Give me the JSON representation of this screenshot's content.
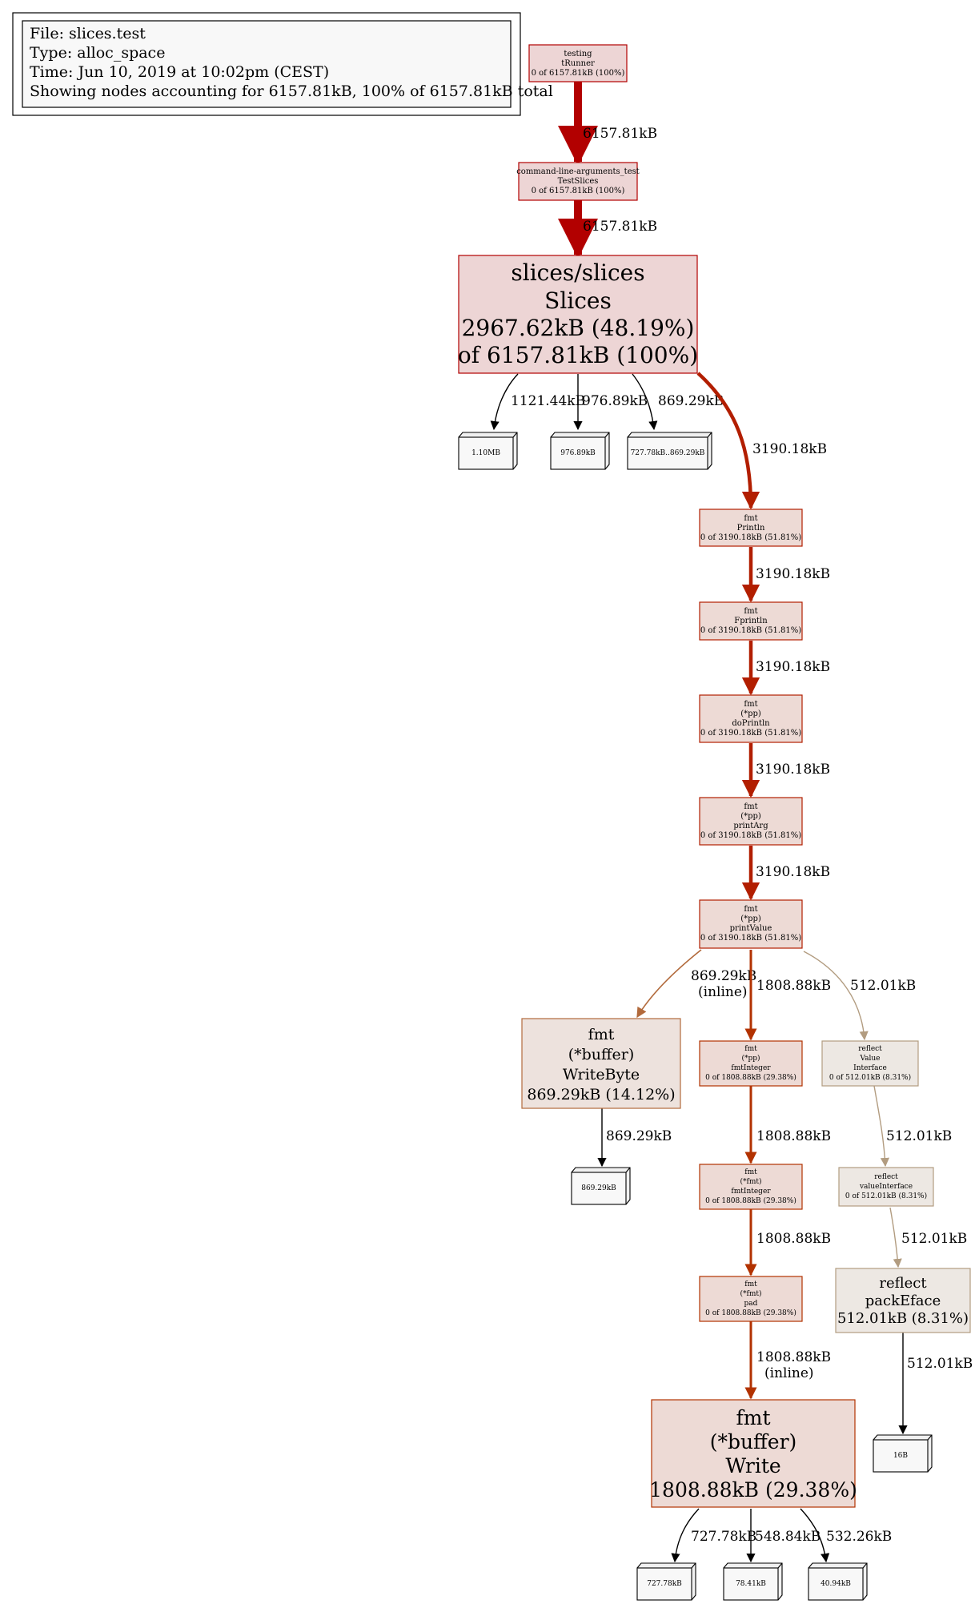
{
  "legend": {
    "lines": [
      "File: slices.test",
      "Type: alloc_space",
      "Time: Jun 10, 2019 at 10:02pm (CEST)",
      "Showing nodes accounting for 6157.81kB, 100% of 6157.81kB total"
    ]
  },
  "colors": {
    "hot": "#b20000",
    "hot_fill": "#edd5d5",
    "warm": "#b23200",
    "warm_fill": "#eddad5",
    "orange": "#b26a3c",
    "tan": "#b29c80",
    "tan_fill": "#ede8e3",
    "box_fill": "#f8f8f8"
  },
  "nodes": [
    {
      "id": "n1",
      "lines": [
        "testing",
        "tRunner",
        "0 of 6157.81kB (100%)"
      ]
    },
    {
      "id": "n2",
      "lines": [
        "command-line-arguments_test",
        "TestSlices",
        "0 of 6157.81kB (100%)"
      ]
    },
    {
      "id": "n3",
      "lines": [
        "slices/slices",
        "Slices",
        "2967.62kB (48.19%)",
        "of 6157.81kB (100%)"
      ]
    },
    {
      "id": "n4",
      "lines": [
        "fmt",
        "Println",
        "0 of 3190.18kB (51.81%)"
      ]
    },
    {
      "id": "n5",
      "lines": [
        "fmt",
        "Fprintln",
        "0 of 3190.18kB (51.81%)"
      ]
    },
    {
      "id": "n6",
      "lines": [
        "fmt",
        "(*pp)",
        "doPrintln",
        "0 of 3190.18kB (51.81%)"
      ]
    },
    {
      "id": "n7",
      "lines": [
        "fmt",
        "(*pp)",
        "printArg",
        "0 of 3190.18kB (51.81%)"
      ]
    },
    {
      "id": "n8",
      "lines": [
        "fmt",
        "(*pp)",
        "printValue",
        "0 of 3190.18kB (51.81%)"
      ]
    },
    {
      "id": "n9",
      "lines": [
        "fmt",
        "(*buffer)",
        "WriteByte",
        "869.29kB (14.12%)"
      ]
    },
    {
      "id": "n10",
      "lines": [
        "fmt",
        "(*pp)",
        "fmtInteger",
        "0 of 1808.88kB (29.38%)"
      ]
    },
    {
      "id": "n11",
      "lines": [
        "reflect",
        "Value",
        "Interface",
        "0 of 512.01kB (8.31%)"
      ]
    },
    {
      "id": "n12",
      "lines": [
        "fmt",
        "(*fmt)",
        "fmtInteger",
        "0 of 1808.88kB (29.38%)"
      ]
    },
    {
      "id": "n13",
      "lines": [
        "reflect",
        "valueInterface",
        "0 of 512.01kB (8.31%)"
      ]
    },
    {
      "id": "n14",
      "lines": [
        "fmt",
        "(*fmt)",
        "pad",
        "0 of 1808.88kB (29.38%)"
      ]
    },
    {
      "id": "n15",
      "lines": [
        "reflect",
        "packEface",
        "512.01kB (8.31%)"
      ]
    },
    {
      "id": "n16",
      "lines": [
        "fmt",
        "(*buffer)",
        "Write",
        "1808.88kB (29.38%)"
      ]
    }
  ],
  "leaves": [
    {
      "id": "l1",
      "label": "1.10MB"
    },
    {
      "id": "l2",
      "label": "976.89kB"
    },
    {
      "id": "l3",
      "label": "727.78kB..869.29kB"
    },
    {
      "id": "l4",
      "label": "869.29kB"
    },
    {
      "id": "l5",
      "label": "16B"
    },
    {
      "id": "l6",
      "label": "727.78kB"
    },
    {
      "id": "l7",
      "label": "78.41kB"
    },
    {
      "id": "l8",
      "label": "40.94kB"
    }
  ],
  "edges": [
    {
      "id": "e1",
      "from": "n1",
      "to": "n2",
      "lines": [
        "6157.81kB"
      ]
    },
    {
      "id": "e2",
      "from": "n2",
      "to": "n3",
      "lines": [
        "6157.81kB"
      ]
    },
    {
      "id": "e3",
      "from": "n3",
      "to": "l1",
      "lines": [
        "1121.44kB"
      ]
    },
    {
      "id": "e4",
      "from": "n3",
      "to": "l2",
      "lines": [
        "976.89kB"
      ]
    },
    {
      "id": "e5",
      "from": "n3",
      "to": "l3",
      "lines": [
        "869.29kB"
      ]
    },
    {
      "id": "e6",
      "from": "n3",
      "to": "n4",
      "lines": [
        "3190.18kB"
      ]
    },
    {
      "id": "e7",
      "from": "n4",
      "to": "n5",
      "lines": [
        "3190.18kB"
      ]
    },
    {
      "id": "e8",
      "from": "n5",
      "to": "n6",
      "lines": [
        "3190.18kB"
      ]
    },
    {
      "id": "e9",
      "from": "n6",
      "to": "n7",
      "lines": [
        "3190.18kB"
      ]
    },
    {
      "id": "e10",
      "from": "n7",
      "to": "n8",
      "lines": [
        "3190.18kB"
      ]
    },
    {
      "id": "e11",
      "from": "n8",
      "to": "n9",
      "lines": [
        "869.29kB",
        "(inline)"
      ]
    },
    {
      "id": "e12",
      "from": "n8",
      "to": "n10",
      "lines": [
        "1808.88kB"
      ]
    },
    {
      "id": "e13",
      "from": "n8",
      "to": "n11",
      "lines": [
        "512.01kB"
      ]
    },
    {
      "id": "e14",
      "from": "n9",
      "to": "l4",
      "lines": [
        "869.29kB"
      ]
    },
    {
      "id": "e15",
      "from": "n10",
      "to": "n12",
      "lines": [
        "1808.88kB"
      ]
    },
    {
      "id": "e16",
      "from": "n11",
      "to": "n13",
      "lines": [
        "512.01kB"
      ]
    },
    {
      "id": "e17",
      "from": "n12",
      "to": "n14",
      "lines": [
        "1808.88kB"
      ]
    },
    {
      "id": "e18",
      "from": "n13",
      "to": "n15",
      "lines": [
        "512.01kB"
      ]
    },
    {
      "id": "e19",
      "from": "n14",
      "to": "n16",
      "lines": [
        "1808.88kB",
        "(inline)"
      ]
    },
    {
      "id": "e20",
      "from": "n15",
      "to": "l5",
      "lines": [
        "512.01kB"
      ]
    },
    {
      "id": "e21",
      "from": "n16",
      "to": "l6",
      "lines": [
        "727.78kB"
      ]
    },
    {
      "id": "e22",
      "from": "n16",
      "to": "l7",
      "lines": [
        "548.84kB"
      ]
    },
    {
      "id": "e23",
      "from": "n16",
      "to": "l8",
      "lines": [
        "532.26kB"
      ]
    }
  ]
}
